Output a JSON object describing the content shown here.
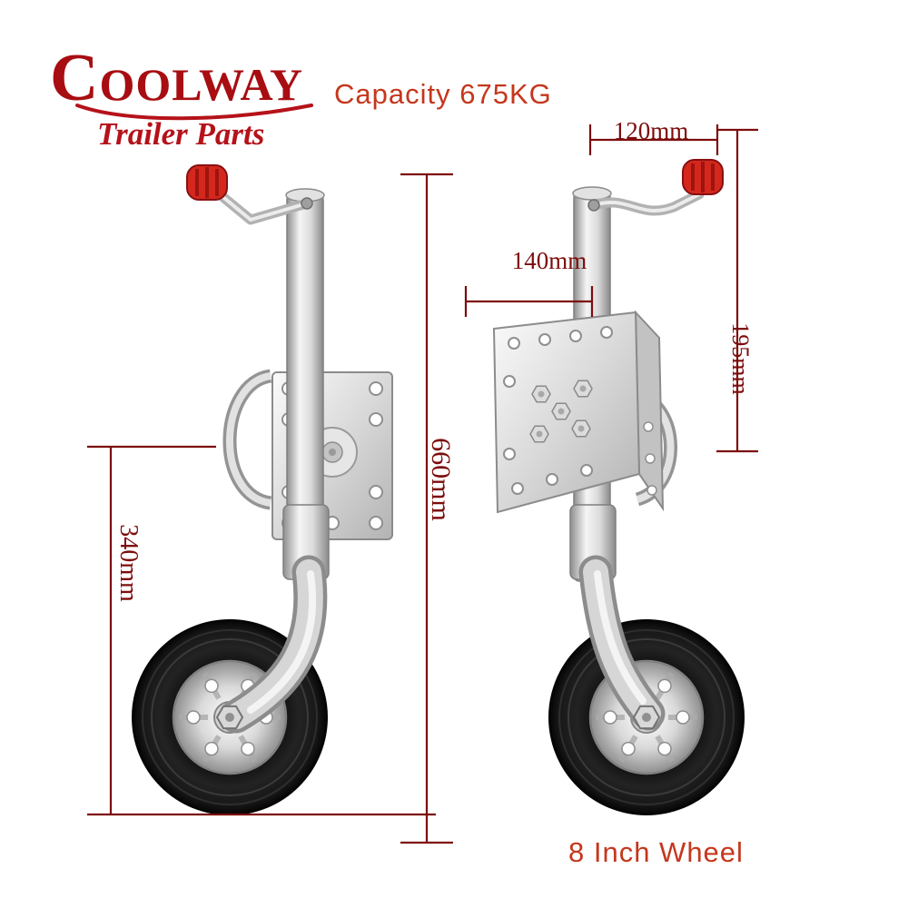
{
  "brand": {
    "name": "COOLWAY",
    "tagline": "Trailer Parts"
  },
  "header": {
    "capacity": "Capacity 675KG"
  },
  "footer": {
    "wheel_size": "8 Inch Wheel"
  },
  "dimensions": {
    "crank_offset": "120mm",
    "plate_width": "140mm",
    "plate_height": "195mm",
    "overall_height": "660mm",
    "lower_height": "340mm"
  },
  "product": {
    "type": "trailer jockey wheel",
    "views": [
      "side view with swing-up wheel",
      "front three-quarter view"
    ]
  },
  "colors": {
    "logo_red": "#a80d12",
    "accent_red": "#c5371d",
    "dimension_red": "#7d0c0c",
    "knob_red": "#d4281c",
    "tire_black": "#141414",
    "metal_silver": "#d7d7d7",
    "background": "#ffffff"
  }
}
